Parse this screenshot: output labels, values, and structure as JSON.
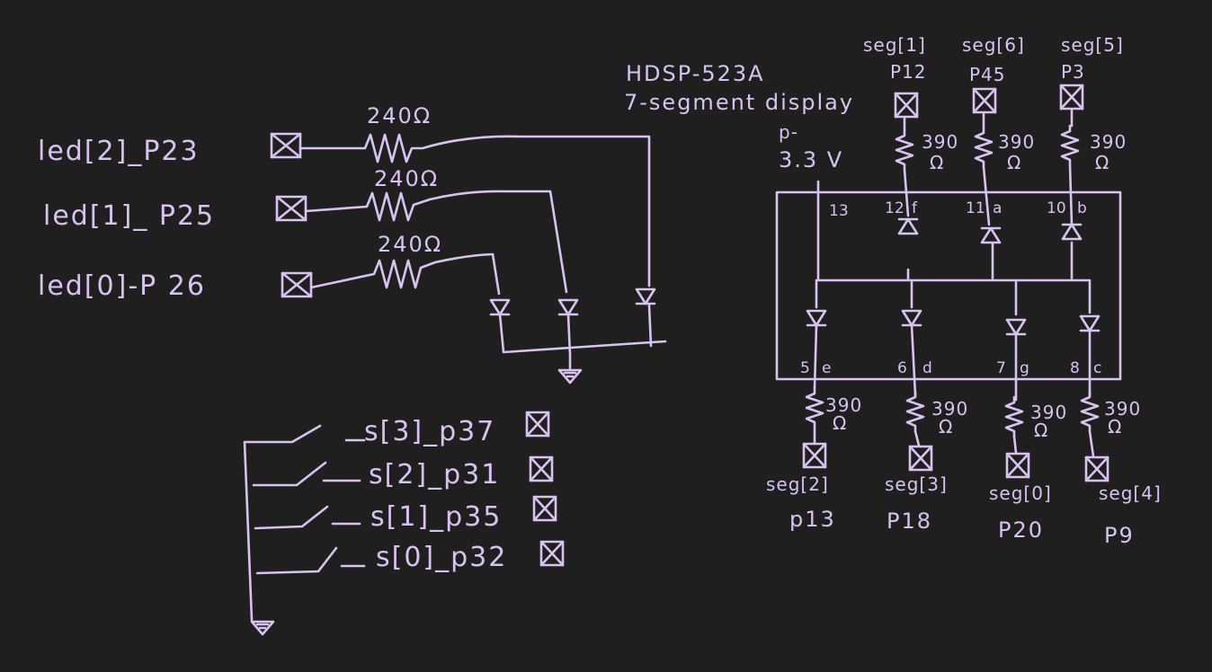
{
  "leds": [
    {
      "label": "led[2]_P23",
      "resistor": "240Ω"
    },
    {
      "label": "led[1]_ P25",
      "resistor": "240Ω"
    },
    {
      "label": "led[0]-P 26",
      "resistor": "240Ω"
    }
  ],
  "switches": [
    {
      "label": "s[3]_p37"
    },
    {
      "label": "s[2]_p31"
    },
    {
      "label": "s[1]_p35"
    },
    {
      "label": "s[0]_p32"
    }
  ],
  "display": {
    "part": "HDSP-523A",
    "desc": "7-segment display",
    "supply_pin": "p-",
    "supply_voltage": "3.3 V",
    "common_pin": "13",
    "top_pins": [
      {
        "seg": "seg[1]",
        "port": "P12",
        "pin": "12",
        "letter": "f",
        "res": "390",
        "unit": "Ω"
      },
      {
        "seg": "seg[6]",
        "port": "P45",
        "pin": "11",
        "letter": "a",
        "res": "390",
        "unit": "Ω"
      },
      {
        "seg": "seg[5]",
        "port": "P3",
        "pin": "10",
        "letter": "b",
        "res": "390",
        "unit": "Ω"
      }
    ],
    "bottom_pins": [
      {
        "seg": "seg[2]",
        "port": "p13",
        "pin": "5",
        "letter": "e",
        "res": "390",
        "unit": "Ω"
      },
      {
        "seg": "seg[3]",
        "port": "P18",
        "pin": "6",
        "letter": "d",
        "res": "390",
        "unit": "Ω"
      },
      {
        "seg": "seg[0]",
        "port": "P20",
        "pin": "7",
        "letter": "g",
        "res": "390",
        "unit": "Ω"
      },
      {
        "seg": "seg[4]",
        "port": "P9",
        "pin": "8",
        "letter": "c",
        "res": "390",
        "unit": "Ω"
      }
    ]
  },
  "colors": {
    "background": "#1f1f1f",
    "ink": "#d9c2f0"
  }
}
